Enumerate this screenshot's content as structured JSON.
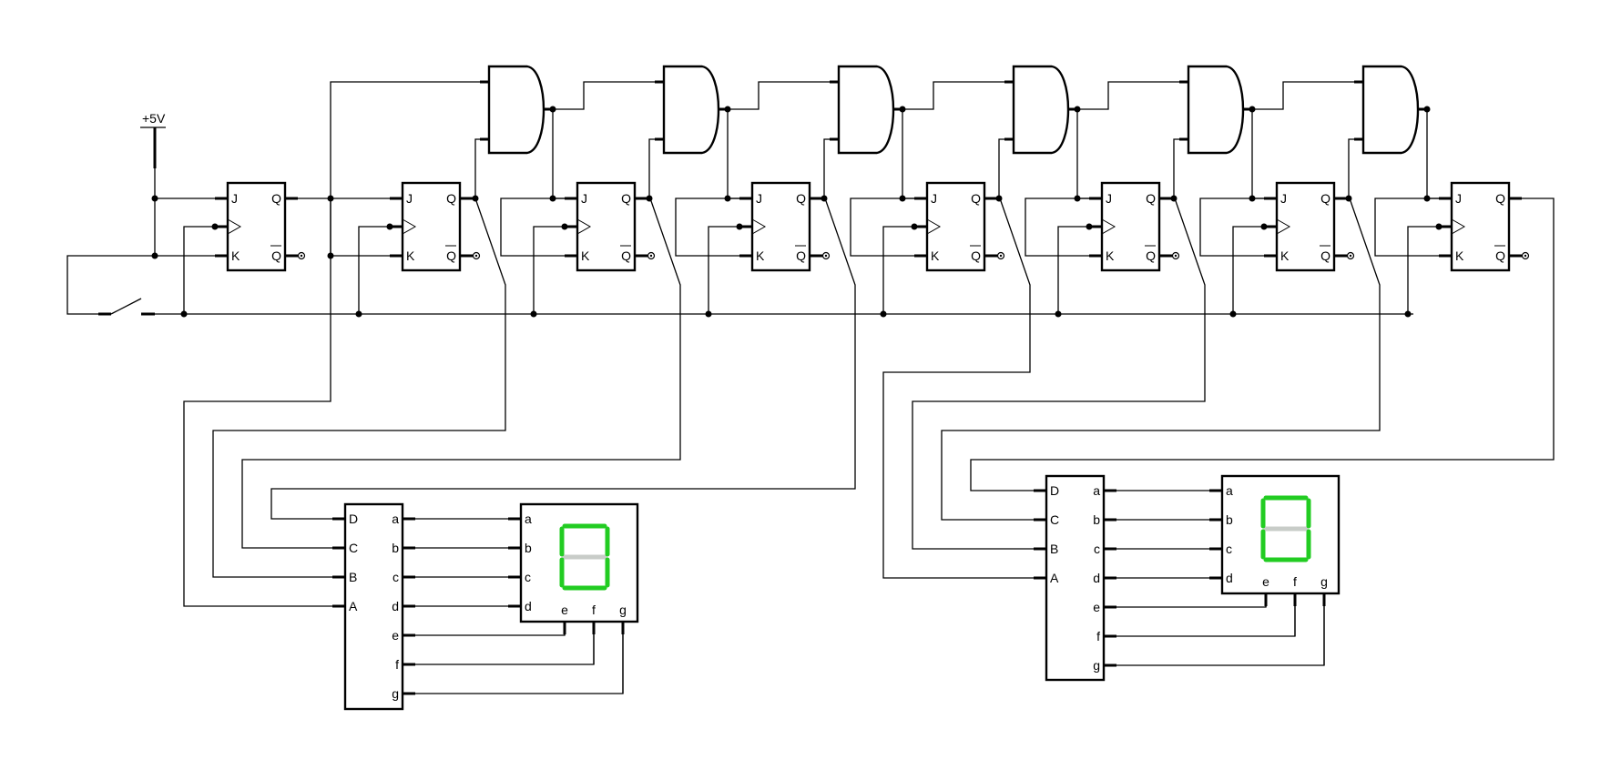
{
  "power_label": "+5V",
  "flipflop_pins": {
    "j": "J",
    "k": "K",
    "q": "Q",
    "qbar": "Q"
  },
  "decoder_inputs": [
    "D",
    "C",
    "B",
    "A"
  ],
  "decoder_outputs": [
    "a",
    "b",
    "c",
    "d",
    "e",
    "f",
    "g"
  ],
  "display_pins": [
    "a",
    "b",
    "c",
    "d",
    "e",
    "f",
    "g"
  ],
  "segment_colors": {
    "on": "#22cc22",
    "off": "#c8ccc8"
  },
  "displays": [
    {
      "lit": {
        "a": true,
        "b": true,
        "c": true,
        "d": true,
        "e": true,
        "f": true,
        "g": false
      }
    },
    {
      "lit": {
        "a": true,
        "b": true,
        "c": true,
        "d": true,
        "e": true,
        "f": true,
        "g": false
      }
    }
  ]
}
